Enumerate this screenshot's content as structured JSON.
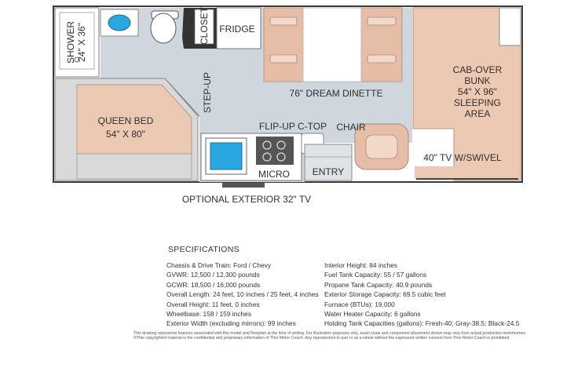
{
  "labels": {
    "shower": "SHOWER",
    "shower_size": "24\" X 36\"",
    "closet": "CLOSET",
    "fridge": "FRIDGE",
    "dinette": "76\" DREAM DINETTE",
    "cab_bunk_1": "CAB-OVER",
    "cab_bunk_2": "BUNK",
    "cab_bunk_3": "54\" X 96\"",
    "cab_bunk_4": "SLEEPING",
    "cab_bunk_5": "AREA",
    "step_up": "STEP-UP",
    "queen_bed": "QUEEN BED",
    "queen_bed_size": "54\" X 80\"",
    "flip_up": "FLIP-UP C-TOP",
    "chair": "CHAIR",
    "micro": "MICRO",
    "entry": "ENTRY",
    "tv": "40\" TV W/SWIVEL",
    "exterior_tv": "OPTIONAL EXTERIOR 32\" TV"
  },
  "specs": {
    "title": "SPECIFICATIONS",
    "left": [
      "Chassis & Drive Train: Ford / Chevy",
      "GVWR: 12,500 / 12,300 pounds",
      "GCWR: 18,500 / 16,000 pounds",
      "Overall Length: 24 feet, 10 inches / 25 feet, 4 inches",
      "Overall Height: 11 feet, 0 inches",
      "Wheelbase: 158 / 159 inches",
      "Exterior Width (excluding mirrors): 99 inches"
    ],
    "right": [
      "Interior Height: 84 inches",
      "Fuel Tank Capacity: 55 / 57 gallons",
      "Propane Tank Capacity: 40.9 pounds",
      "Exterior Storage Capacity: 69.5 cubic feet",
      "Furnace (BTUs): 19,000",
      "Water Heater Capacity: 6 gallons",
      "Holding Tank Capacities (gallons): Fresh-40; Gray-38.5; Black-24.5"
    ]
  },
  "disclaimer": [
    "This drawing represents features associated with this model and floorplan at the time of writing. For illustration purposes only, exact scale and component placement shown may vary from actual production motorhomes.",
    "©This copyrighted material is the confidential and proprietary information of Thor Motor Coach. Any reproduction in part or as a whole without the expressed written consent from Thor Motor Coach is prohibited."
  ],
  "colors": {
    "floor": "#cfd6de",
    "wall": "#3c3c3c",
    "bed": "#ecc9b3",
    "bed_frame": "#d9d9d9",
    "seat": "#e6bea7",
    "water": "#2aa6e0"
  }
}
